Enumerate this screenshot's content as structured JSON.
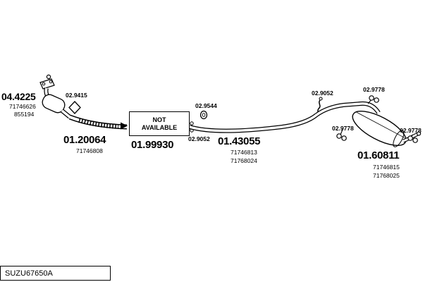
{
  "drawing_code": "SUZU67650A",
  "not_available_box": {
    "line1": "NOT",
    "line2": "AVAILABLE"
  },
  "parts": {
    "p044225": {
      "number": "04.4225",
      "sub1": "71746626",
      "sub2": "855194"
    },
    "p0120064": {
      "number": "01.20064",
      "sub1": "71746808"
    },
    "p0199930": {
      "number": "01.99930"
    },
    "p0143055": {
      "number": "01.43055",
      "sub1": "71746813",
      "sub2": "71768024"
    },
    "p0160811": {
      "number": "01.60811",
      "sub1": "71746815",
      "sub2": "71768025"
    }
  },
  "refs": {
    "r029415": "02.9415",
    "r029544": "02.9544",
    "r029052_left": "02.9052",
    "r029052_right": "02.9052",
    "r029778_top": "02.9778",
    "r029778_mid": "02.9778",
    "r029778_right": "02.9778"
  },
  "colors": {
    "line": "#000000",
    "background": "#ffffff"
  }
}
